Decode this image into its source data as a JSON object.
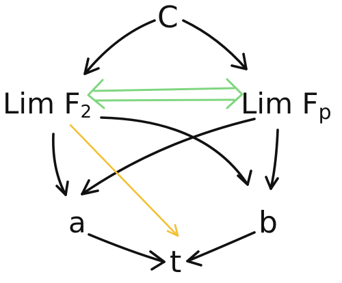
{
  "nodes": {
    "c": "C",
    "lim_f2_base": "Lim F",
    "lim_f2_sub": "2",
    "lim_fp_base": "Lim F",
    "lim_fp_sub": "p",
    "a": "a",
    "b": "b",
    "t": "t"
  },
  "colors": {
    "ink": "#111111",
    "green": "#7fd67f",
    "yellow": "#f2c033",
    "background": "#ffffff"
  },
  "edges": [
    {
      "from": "C",
      "to": "Lim F2",
      "color": "black"
    },
    {
      "from": "C",
      "to": "Lim Fp",
      "color": "black"
    },
    {
      "from": "Lim F2",
      "to": "Lim Fp",
      "color": "green",
      "bidirectional": true
    },
    {
      "from": "Lim F2",
      "to": "a",
      "color": "black"
    },
    {
      "from": "Lim F2",
      "to": "b",
      "color": "black"
    },
    {
      "from": "Lim F2",
      "to": "t",
      "color": "yellow"
    },
    {
      "from": "Lim Fp",
      "to": "a",
      "color": "black"
    },
    {
      "from": "Lim Fp",
      "to": "b",
      "color": "black"
    },
    {
      "from": "a",
      "to": "t",
      "color": "black"
    },
    {
      "from": "b",
      "to": "t",
      "color": "black"
    }
  ]
}
